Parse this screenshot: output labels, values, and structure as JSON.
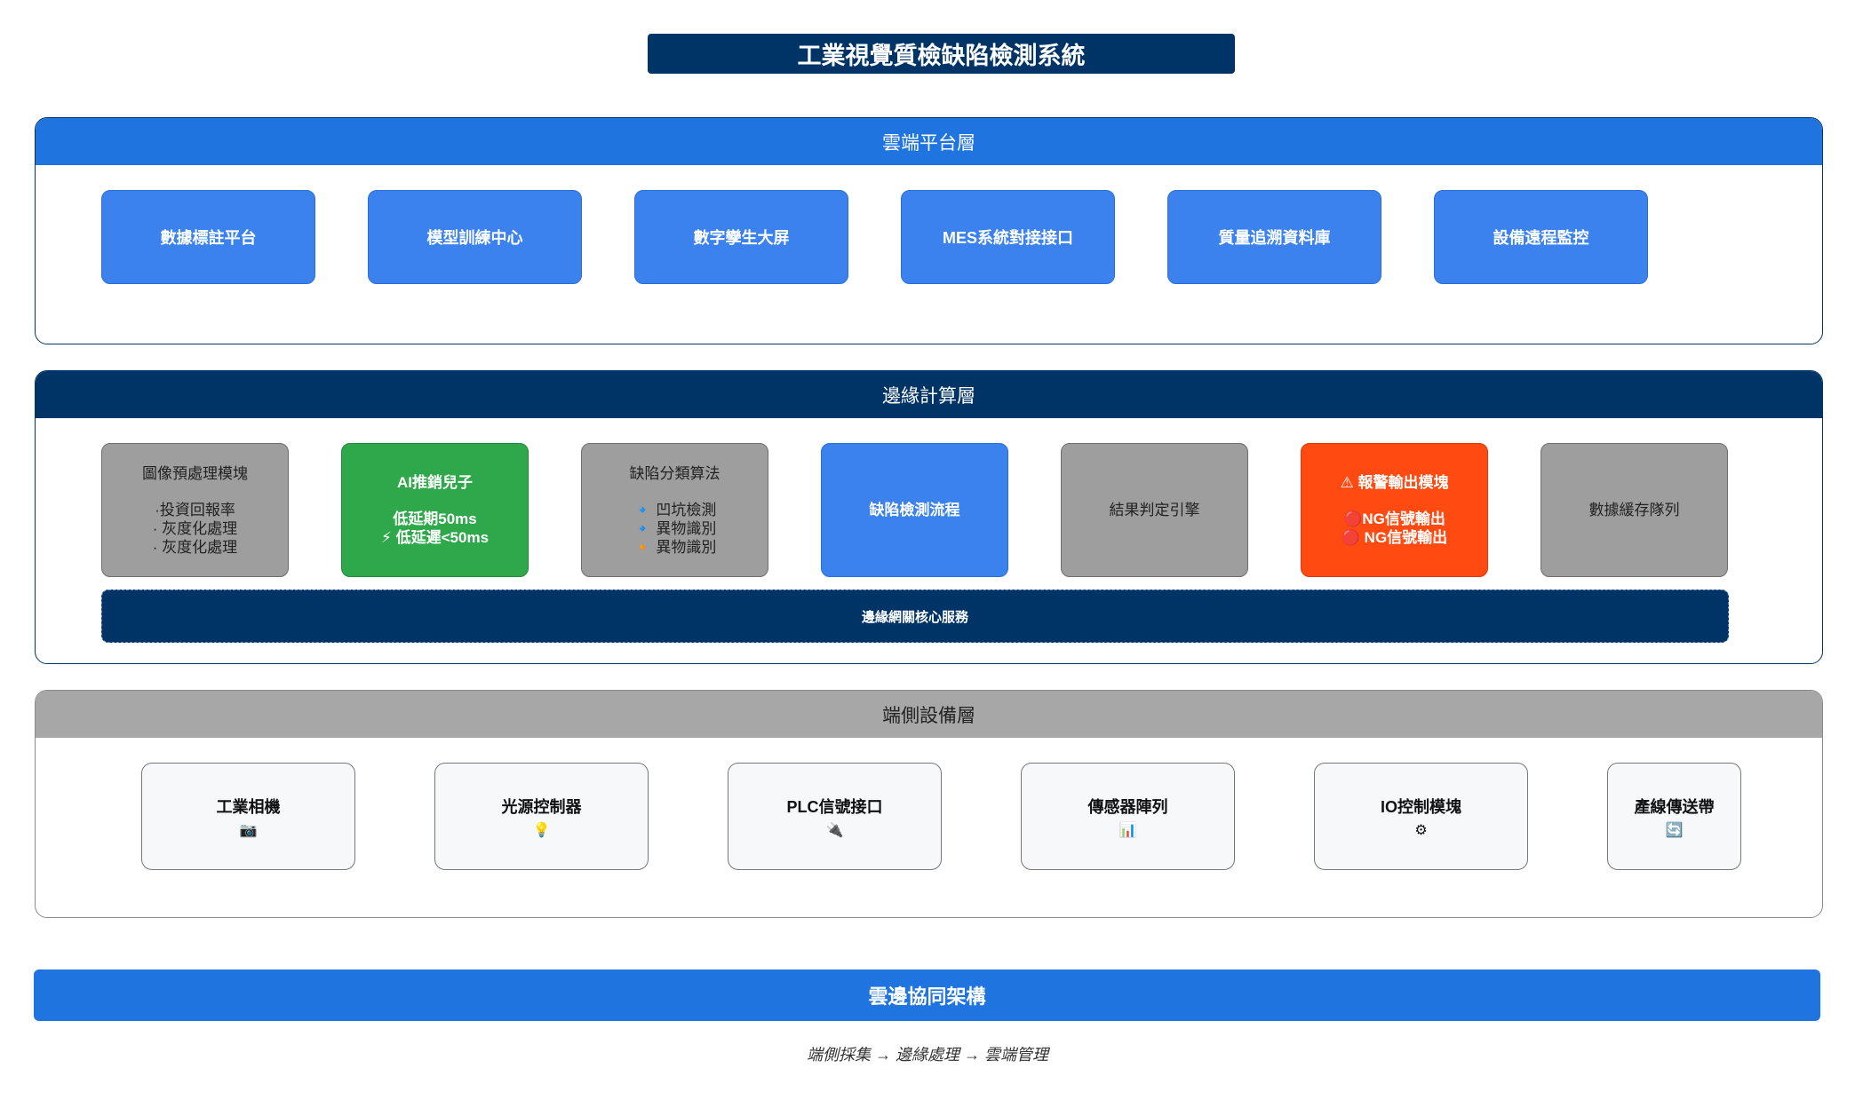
{
  "title": "工業視覺質檢缺陷檢測系統",
  "cloud_layer": {
    "header": "雲端平台層",
    "items": [
      "數據標註平台",
      "模型訓練中心",
      "數字孿生大屏",
      "MES系統對接接口",
      "質量追溯資料庫",
      "設備遠程監控"
    ]
  },
  "edge_layer": {
    "header": "邊緣計算層",
    "modules": [
      {
        "title": "圖像預處理模塊",
        "lines": [
          "·投資回報率",
          "· 灰度化處理",
          "· 灰度化處理"
        ],
        "style": "grey"
      },
      {
        "title": "AI推銷兒子",
        "lines": [
          "低延期50ms",
          "⚡ 低延遲<50ms"
        ],
        "style": "green"
      },
      {
        "title": "缺陷分類算法",
        "lines": [
          "🔹 凹坑檢測",
          "🔹 異物識別",
          "🔸 異物識別"
        ],
        "style": "grey"
      },
      {
        "title": "缺陷檢測流程",
        "lines": [],
        "style": "blue"
      },
      {
        "title": "結果判定引擎",
        "lines": [],
        "style": "grey"
      },
      {
        "title": "⚠ 報警輸出模塊",
        "lines": [
          "🔴NG信號輸出",
          "🔴 NG信號輸出"
        ],
        "style": "red"
      },
      {
        "title": "數據緩存隊列",
        "lines": [],
        "style": "grey"
      }
    ],
    "gateway": "邊緣網關核心服務"
  },
  "device_layer": {
    "header": "端側設備層",
    "items": [
      {
        "label": "工業相機",
        "icon": "📷"
      },
      {
        "label": "光源控制器",
        "icon": "💡"
      },
      {
        "label": "PLC信號接口",
        "icon": "🔌"
      },
      {
        "label": "傳感器陣列",
        "icon": "📊"
      },
      {
        "label": "IO控制模塊",
        "icon": "⚙"
      },
      {
        "label": "產線傳送帶",
        "icon": "🔄"
      }
    ]
  },
  "footer": {
    "banner": "雲邊協同架構",
    "note": "端側採集 → 邊緣處理 → 雲端管理"
  }
}
